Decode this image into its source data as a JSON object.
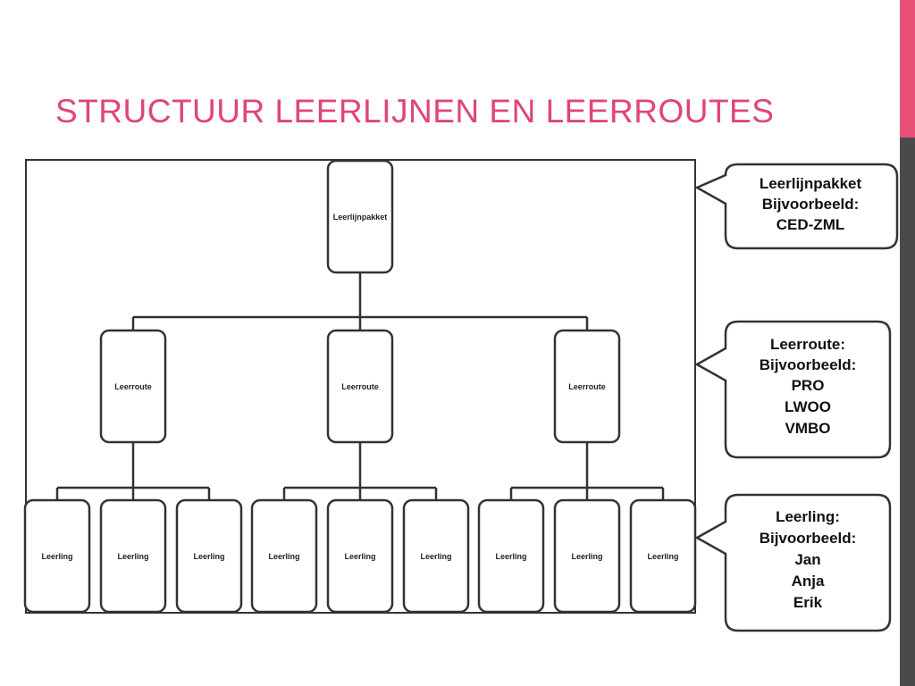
{
  "title": "STRUCTUUR LEERLIJNEN EN LEERROUTES",
  "colors": {
    "accent": "#e0457a",
    "bar_top": "#e8507a",
    "bar_bottom": "#4a4a4a",
    "stroke": "#333333"
  },
  "diagram": {
    "root": {
      "label": "Leerlijnpakket"
    },
    "routes": [
      {
        "label": "Leerroute",
        "students": [
          {
            "label": "Leerling"
          },
          {
            "label": "Leerling"
          },
          {
            "label": "Leerling"
          }
        ]
      },
      {
        "label": "Leerroute",
        "students": [
          {
            "label": "Leerling"
          },
          {
            "label": "Leerling"
          },
          {
            "label": "Leerling"
          }
        ]
      },
      {
        "label": "Leerroute",
        "students": [
          {
            "label": "Leerling"
          },
          {
            "label": "Leerling"
          },
          {
            "label": "Leerling"
          }
        ]
      }
    ]
  },
  "callouts": [
    {
      "lines": [
        "Leerlijnpakket",
        "Bijvoorbeeld:",
        "CED-ZML"
      ]
    },
    {
      "lines": [
        "Leerroute:",
        "Bijvoorbeeld:",
        "PRO",
        "LWOO",
        "VMBO"
      ]
    },
    {
      "lines": [
        "Leerling:",
        "Bijvoorbeeld:",
        "Jan",
        "Anja",
        "Erik"
      ]
    }
  ]
}
